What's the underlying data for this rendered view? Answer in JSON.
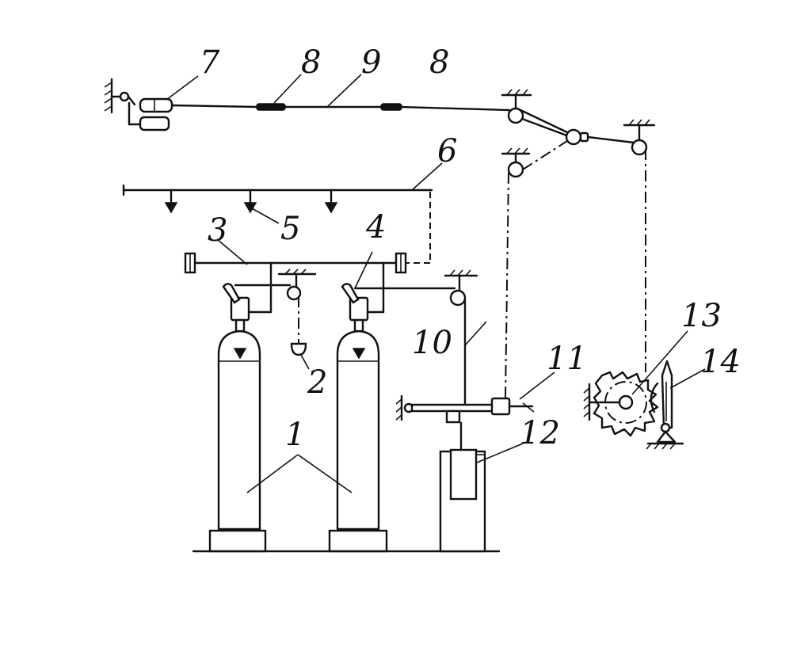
{
  "labels": {
    "l1": "1",
    "l2": "2",
    "l3": "3",
    "l4": "4",
    "l5": "5",
    "l6": "6",
    "l7": "7",
    "l8a": "8",
    "l9": "9",
    "l8b": "8",
    "l10": "10",
    "l11": "11",
    "l12": "12",
    "l13": "13",
    "l14": "14"
  }
}
